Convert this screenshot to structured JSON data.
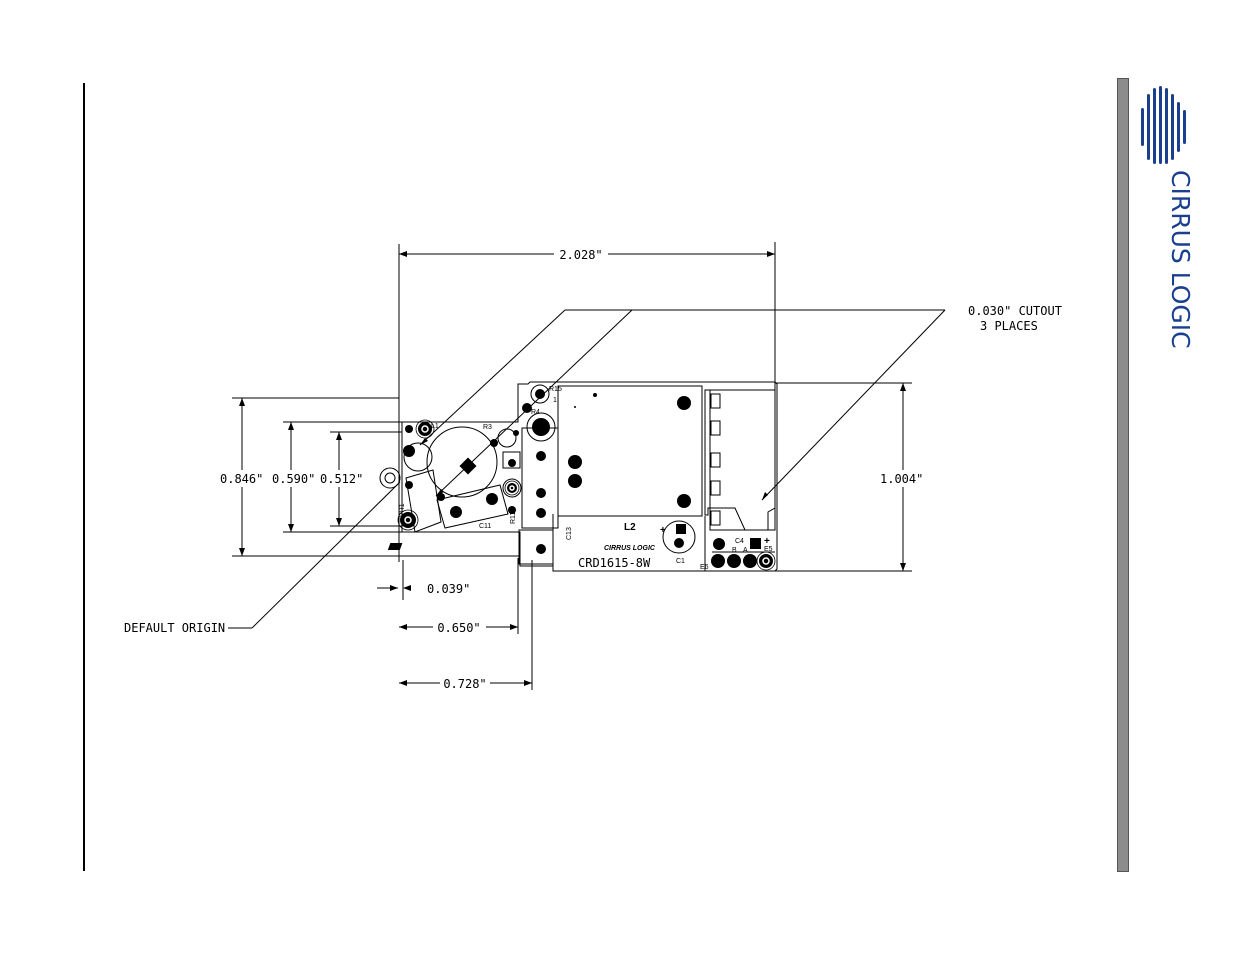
{
  "dimensions": {
    "overall_width": "2.028\"",
    "cutout_note_line1": "0.030\" CUTOUT",
    "cutout_note_line2": "3 PLACES",
    "height_0846": "0.846\"",
    "height_0590": "0.590\"",
    "height_0512": "0.512\"",
    "height_1004": "1.004\"",
    "offset_0039": "0.039\"",
    "offset_0650": "0.650\"",
    "offset_0728": "0.728\"",
    "origin_label": "DEFAULT ORIGIN"
  },
  "board": {
    "ref_r15": "R15",
    "ref_1": "1",
    "ref_r4": "R4",
    "ref_r3": "R3",
    "ref_l1": "L1",
    "ref_c11": "C11",
    "ref_r11": "R11",
    "ref_vr1": "VR1",
    "ref_c13": "C13",
    "ref_l2": "L2",
    "ref_c1": "C1",
    "ref_c4": "C4",
    "ref_b": "B",
    "ref_a": "A",
    "ref_e5": "E5",
    "ref_e6": "E6",
    "plus": "+",
    "board_logo": "CIRRUS LOGIC",
    "board_name": "CRD1615-8W"
  },
  "brand": {
    "name": "CIRRUS LOGIC",
    "color": "#1a3f8f"
  }
}
